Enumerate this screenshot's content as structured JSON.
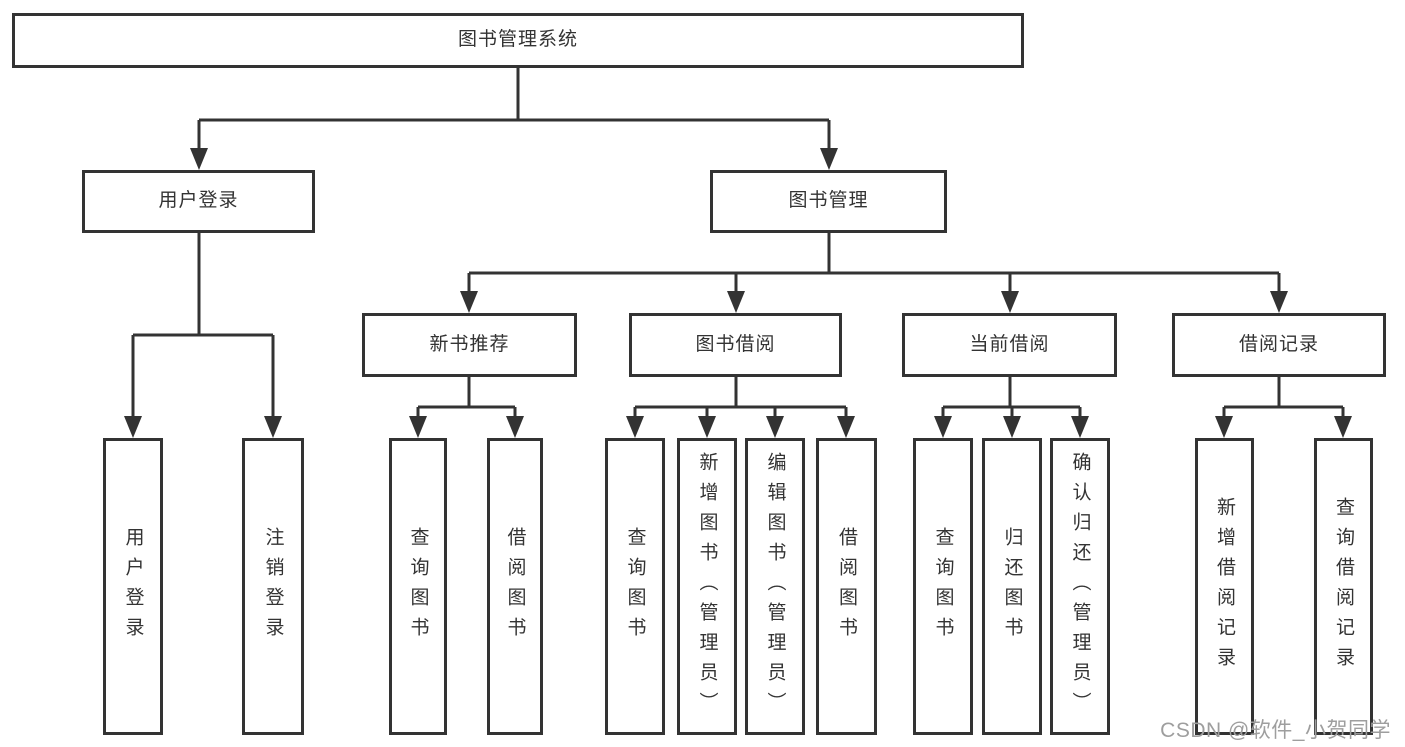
{
  "tree": {
    "root": {
      "label": "图书管理系统",
      "children": [
        {
          "label": "用户登录",
          "children": [
            {
              "label": "用户登录"
            },
            {
              "label": "注销登录"
            }
          ]
        },
        {
          "label": "图书管理",
          "children": [
            {
              "label": "新书推荐",
              "children": [
                {
                  "label": "查询图书"
                },
                {
                  "label": "借阅图书"
                }
              ]
            },
            {
              "label": "图书借阅",
              "children": [
                {
                  "label": "查询图书"
                },
                {
                  "label": "新增图书（管理员）"
                },
                {
                  "label": "编辑图书（管理员）"
                },
                {
                  "label": "借阅图书"
                }
              ]
            },
            {
              "label": "当前借阅",
              "children": [
                {
                  "label": "查询图书"
                },
                {
                  "label": "归还图书"
                },
                {
                  "label": "确认归还（管理员）"
                }
              ]
            },
            {
              "label": "借阅记录",
              "children": [
                {
                  "label": "新增借阅记录"
                },
                {
                  "label": "查询借阅记录"
                }
              ]
            }
          ]
        }
      ]
    }
  },
  "watermark": {
    "text": "CSDN @软件_小贺同学"
  },
  "colors": {
    "line": "#333333",
    "text": "#333333",
    "background": "#ffffff",
    "watermark": "#9e9e9e"
  }
}
